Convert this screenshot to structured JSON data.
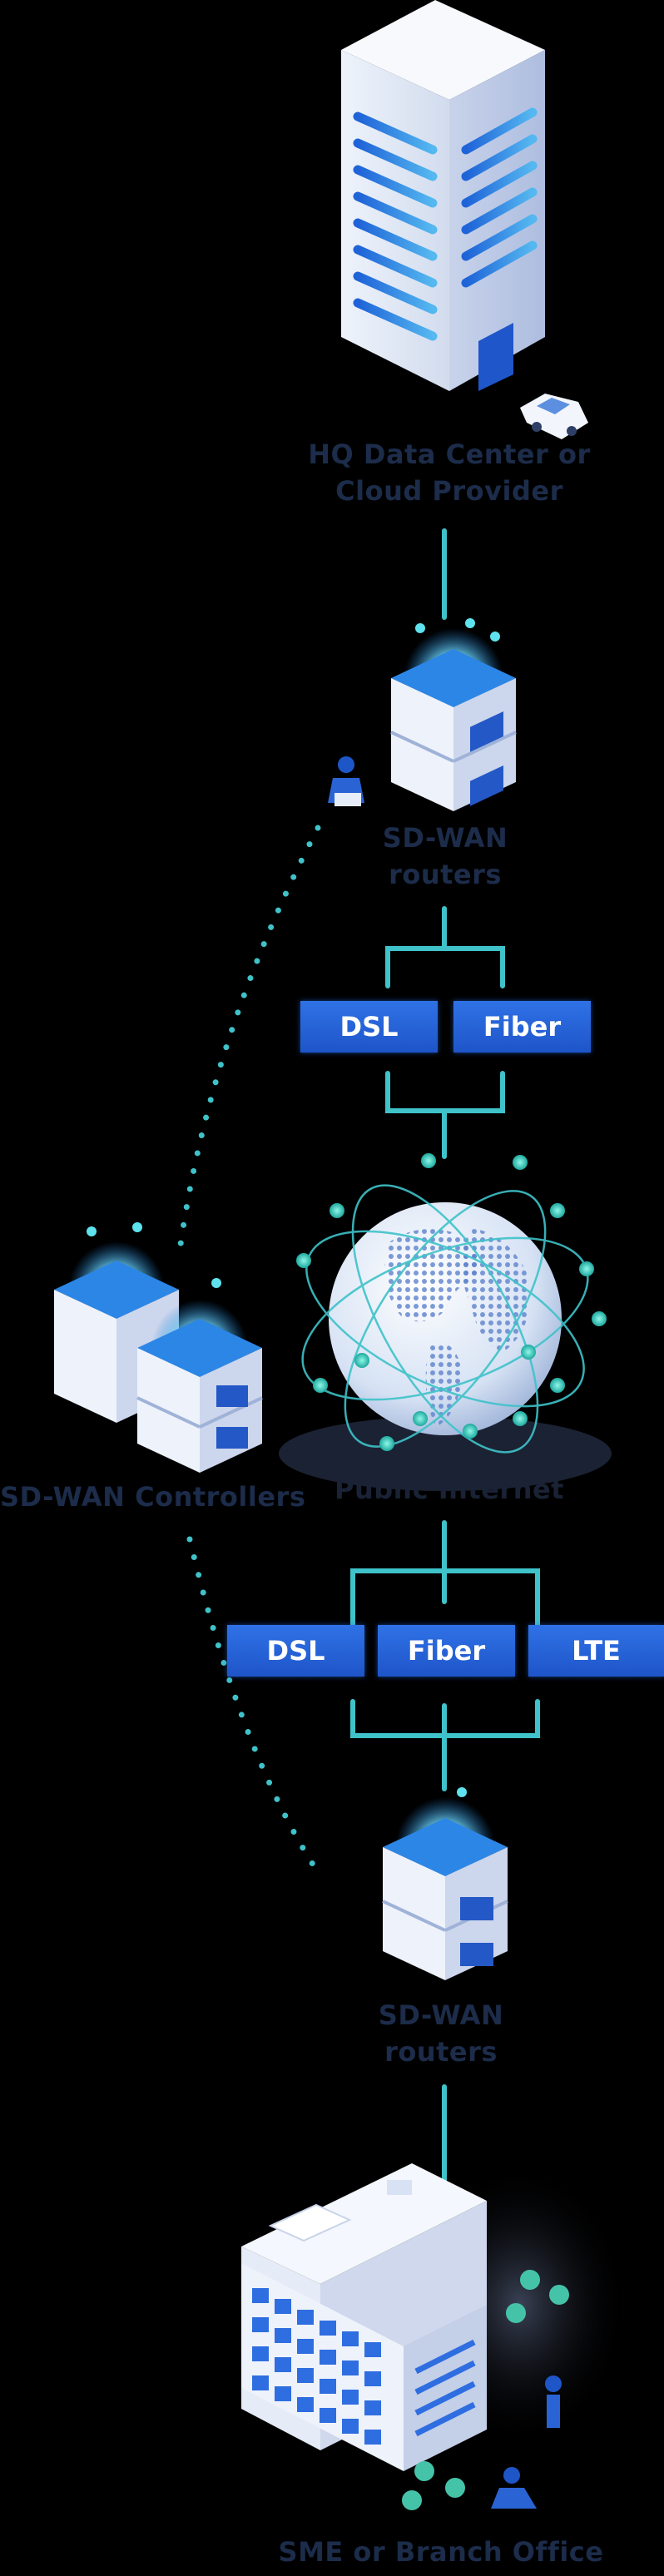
{
  "nodes": {
    "hq": "HQ Data Center or\nCloud Provider",
    "router_top": "SD-WAN\nrouters",
    "controllers": "SD-WAN Controllers",
    "internet": "Public Internet",
    "router_bottom": "SD-WAN\nrouters",
    "branch": "SME or Branch Office"
  },
  "links_top": [
    "DSL",
    "Fiber"
  ],
  "links_bottom": [
    "DSL",
    "Fiber",
    "LTE"
  ],
  "colors": {
    "accent": "#3fc2c9",
    "link_blue": "#2563d6",
    "label": "#1c2c4a"
  }
}
